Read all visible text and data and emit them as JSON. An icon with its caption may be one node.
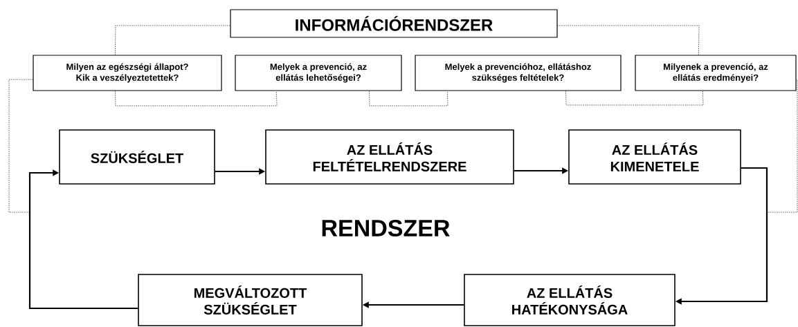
{
  "diagram": {
    "nodes": [
      {
        "text": [
          "INFORMÁCIÓRENDSZER"
        ]
      },
      {
        "text": [
          "Milyen az egészségi állapot? Kik a veszélyeztetettek?"
        ]
      },
      {
        "text": [
          "Melyek a prevenció, az ellátás lehetőségei?"
        ]
      },
      {
        "text": [
          "Melyek a prevencióhoz, ellátáshoz szükséges feltételek?"
        ]
      },
      {
        "text": [
          "Milyenek a prevenció, az ellátás eredményei?"
        ]
      },
      {
        "text": [
          "SZÜKSÉGLET"
        ]
      },
      {
        "text": [
          "AZ ELLÁTÁS FELTÉTELRENDSZERE"
        ]
      },
      {
        "text": [
          "AZ ELLÁTÁS KIMENETELE"
        ]
      },
      {
        "text": [
          "AZ ELLÁTÁS HATÉKONYSÁGA"
        ]
      },
      {
        "text": [
          "MEGVÁLTOZOTT SZÜKSÉGLET"
        ]
      }
    ],
    "edges": [
      {
        "from": 5,
        "to": 6,
        "arrow": "to"
      },
      {
        "from": 6,
        "to": 7,
        "arrow": "to"
      },
      {
        "from": 7,
        "to": 8,
        "arrow": "to"
      },
      {
        "from": 8,
        "to": 9,
        "arrow": "to"
      },
      {
        "from": 9,
        "to": 5,
        "arrow": "to"
      },
      {
        "from": 0,
        "to": 1,
        "arrow": "none",
        "style": "dashed"
      },
      {
        "from": 0,
        "to": 4,
        "arrow": "none",
        "style": "dashed"
      },
      {
        "from": 1,
        "to": 2,
        "arrow": "none",
        "style": "dashed"
      },
      {
        "from": 2,
        "to": 3,
        "arrow": "none",
        "style": "dashed"
      },
      {
        "from": 3,
        "to": 4,
        "arrow": "none",
        "style": "dashed"
      },
      {
        "from": 1,
        "to": null,
        "arrow": "none",
        "style": "dashed"
      },
      {
        "from": 4,
        "to": null,
        "arrow": "none",
        "style": "dashed"
      }
    ],
    "labels": [
      "RENDSZER"
    ]
  }
}
